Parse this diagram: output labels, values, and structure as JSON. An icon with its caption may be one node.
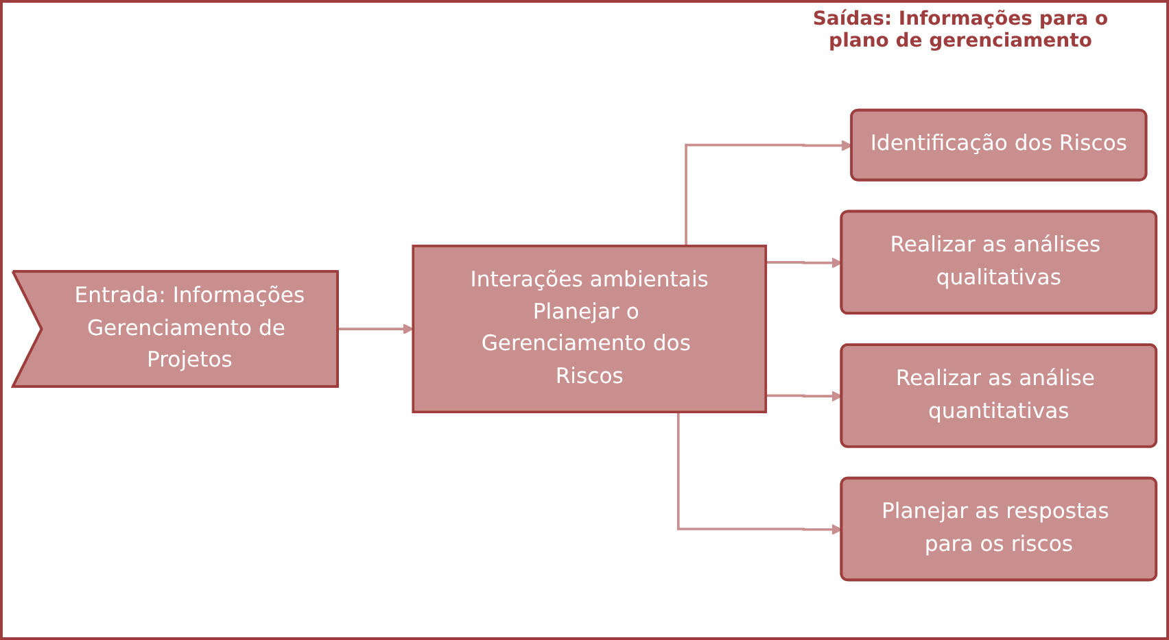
{
  "diagram": {
    "nodes": [
      {
        "text": [
          "Entrada: Informações",
          "Gerenciamento de Projetos"
        ]
      },
      {
        "text": [
          "Interações ambientais",
          "Planejar o Gerenciamento dos Riscos"
        ]
      },
      {
        "text": [
          "Identificação dos Riscos"
        ]
      },
      {
        "text": [
          "Realizar as análises qualitativas"
        ]
      },
      {
        "text": [
          "Realizar as análise quantitativas"
        ]
      },
      {
        "text": [
          "Planejar as respostas para os riscos"
        ]
      }
    ],
    "edges": [
      {
        "from": 0,
        "to": 1,
        "arrow": "to"
      },
      {
        "from": 1,
        "to": 2,
        "arrow": "to"
      },
      {
        "from": 1,
        "to": 3,
        "arrow": "to"
      },
      {
        "from": 1,
        "to": 4,
        "arrow": "to"
      },
      {
        "from": 1,
        "to": 5,
        "arrow": "to"
      }
    ],
    "labels": [
      "Saídas: Informações para o plano de gerenciamento"
    ]
  }
}
